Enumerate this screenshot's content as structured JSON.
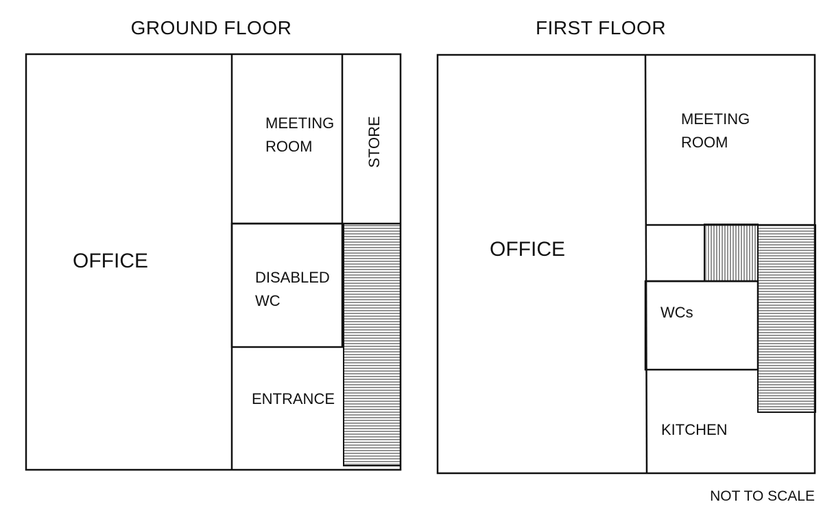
{
  "ground_floor": {
    "title": "GROUND FLOOR",
    "office": "OFFICE",
    "meeting_room": [
      "MEETING",
      "ROOM"
    ],
    "store": "STORE",
    "disabled_wc": [
      "DISABLED",
      "WC"
    ],
    "entrance": "ENTRANCE"
  },
  "first_floor": {
    "title": "FIRST FLOOR",
    "office": "OFFICE",
    "meeting_room": [
      "MEETING",
      "ROOM"
    ],
    "wcs": "WCs",
    "kitchen": "KITCHEN"
  },
  "note": "NOT TO SCALE"
}
